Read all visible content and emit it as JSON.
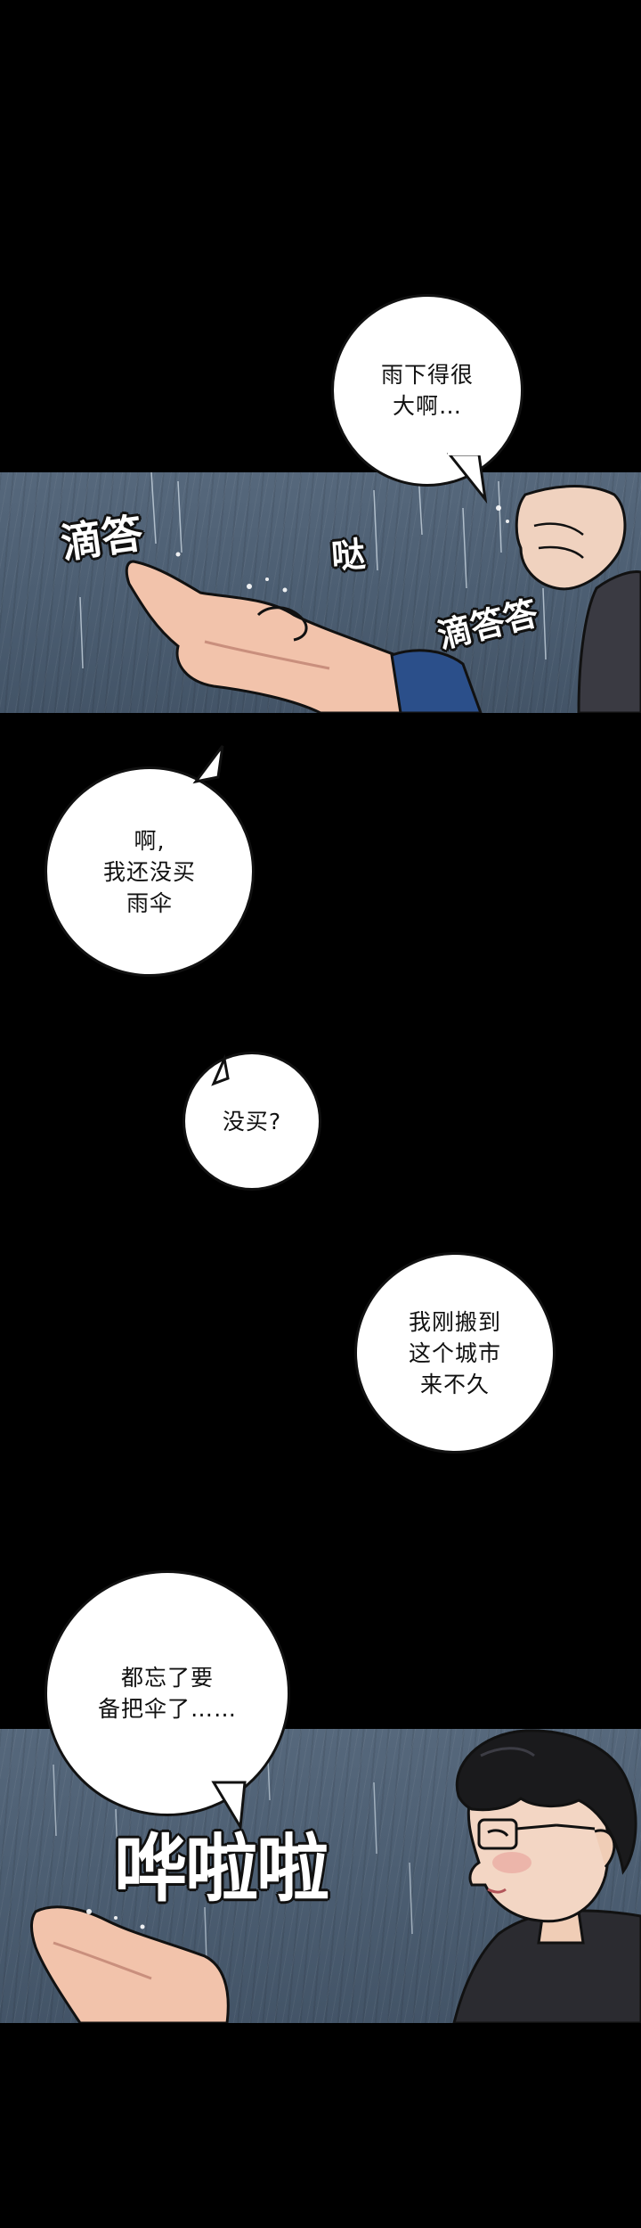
{
  "bubbles": {
    "rain_heavy": "雨下得很\n大啊…",
    "no_umbrella": "啊,\n我还没买\n雨伞",
    "didnt_buy": "没买?",
    "just_moved": "我刚搬到\n这个城市\n来不久",
    "forgot": "都忘了要\n备把伞了……"
  },
  "sfx": {
    "drip_left": "滴答",
    "drip_mid": "哒",
    "drip_right": "滴答答",
    "pour": "哗啦啦"
  }
}
